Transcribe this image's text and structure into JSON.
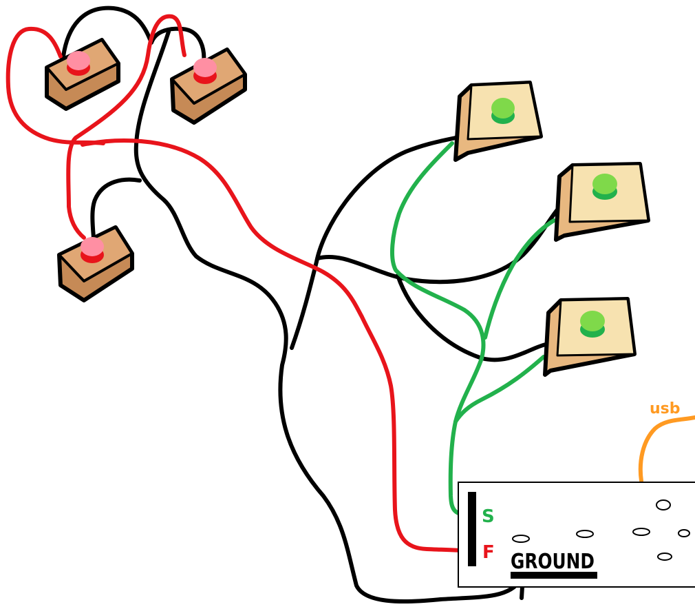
{
  "labels": {
    "usb": "usb",
    "signal": "S",
    "fire": "F",
    "ground": "GROUND"
  },
  "colors": {
    "background": "#ffffff",
    "black_wire": "#000000",
    "red_wire": "#e8141b",
    "green_wire": "#22b14c",
    "usb_wire": "#ff9a22",
    "red_button_cap": "#ff8fa3",
    "red_button_core": "#e8141b",
    "red_button_base": "#c68a56",
    "green_button_cap": "#7fd94a",
    "green_button_core": "#22b14c",
    "green_button_base": "#f7e2b0",
    "green_button_side": "#e8b880",
    "board_fill": "#ffffff",
    "board_stroke": "#000000"
  },
  "components": {
    "red_buttons": [
      "red-button-1",
      "red-button-2",
      "red-button-3"
    ],
    "green_buttons": [
      "green-button-1",
      "green-button-2",
      "green-button-3"
    ],
    "board": "controller-board"
  }
}
